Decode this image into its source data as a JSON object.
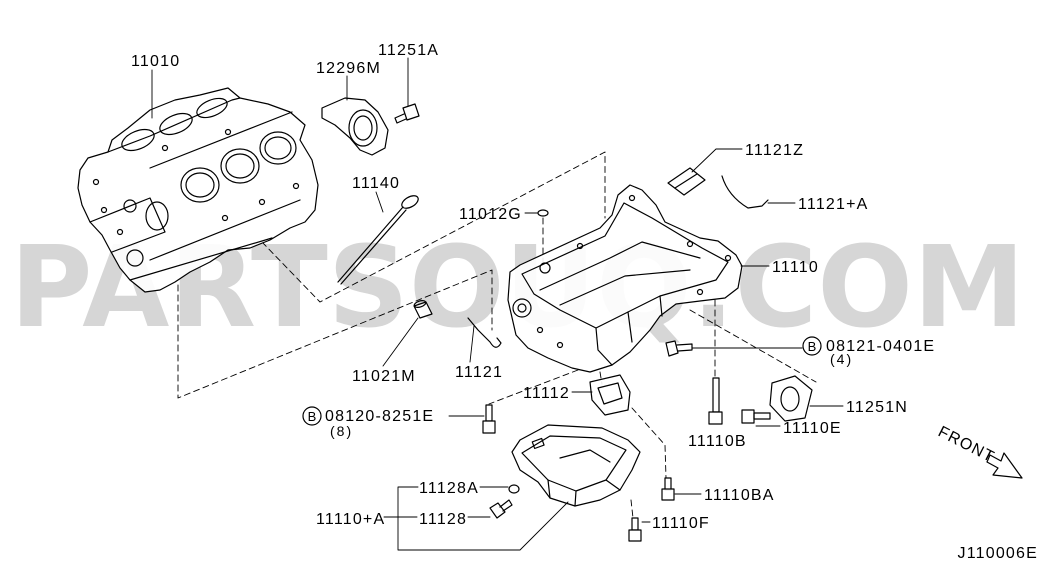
{
  "colors": {
    "background": "#ffffff",
    "line": "#000000",
    "watermark": "#d6d6d6"
  },
  "watermark": "PARTSOUQ.COM",
  "drawing_code": "J110006E",
  "direction_label": "FRONT",
  "icons": {
    "direction": "arrow-down-right-icon",
    "spec_symbol": "circled-letter-icon"
  },
  "callouts": [
    "11010",
    "12296M",
    "11251A",
    "11140",
    "11012G",
    "11121Z",
    "11121+A",
    "11110",
    "11021M",
    "11121",
    "11112",
    "11110B",
    "11251N",
    "11110E",
    "11128A",
    "11110+A",
    "11128",
    "11110BA",
    "11110F"
  ],
  "bolt_specs": [
    {
      "symbol": "B",
      "part_no": "08121-0401E",
      "qty": "(4)"
    },
    {
      "symbol": "B",
      "part_no": "08120-8251E",
      "qty": "(8)"
    }
  ]
}
